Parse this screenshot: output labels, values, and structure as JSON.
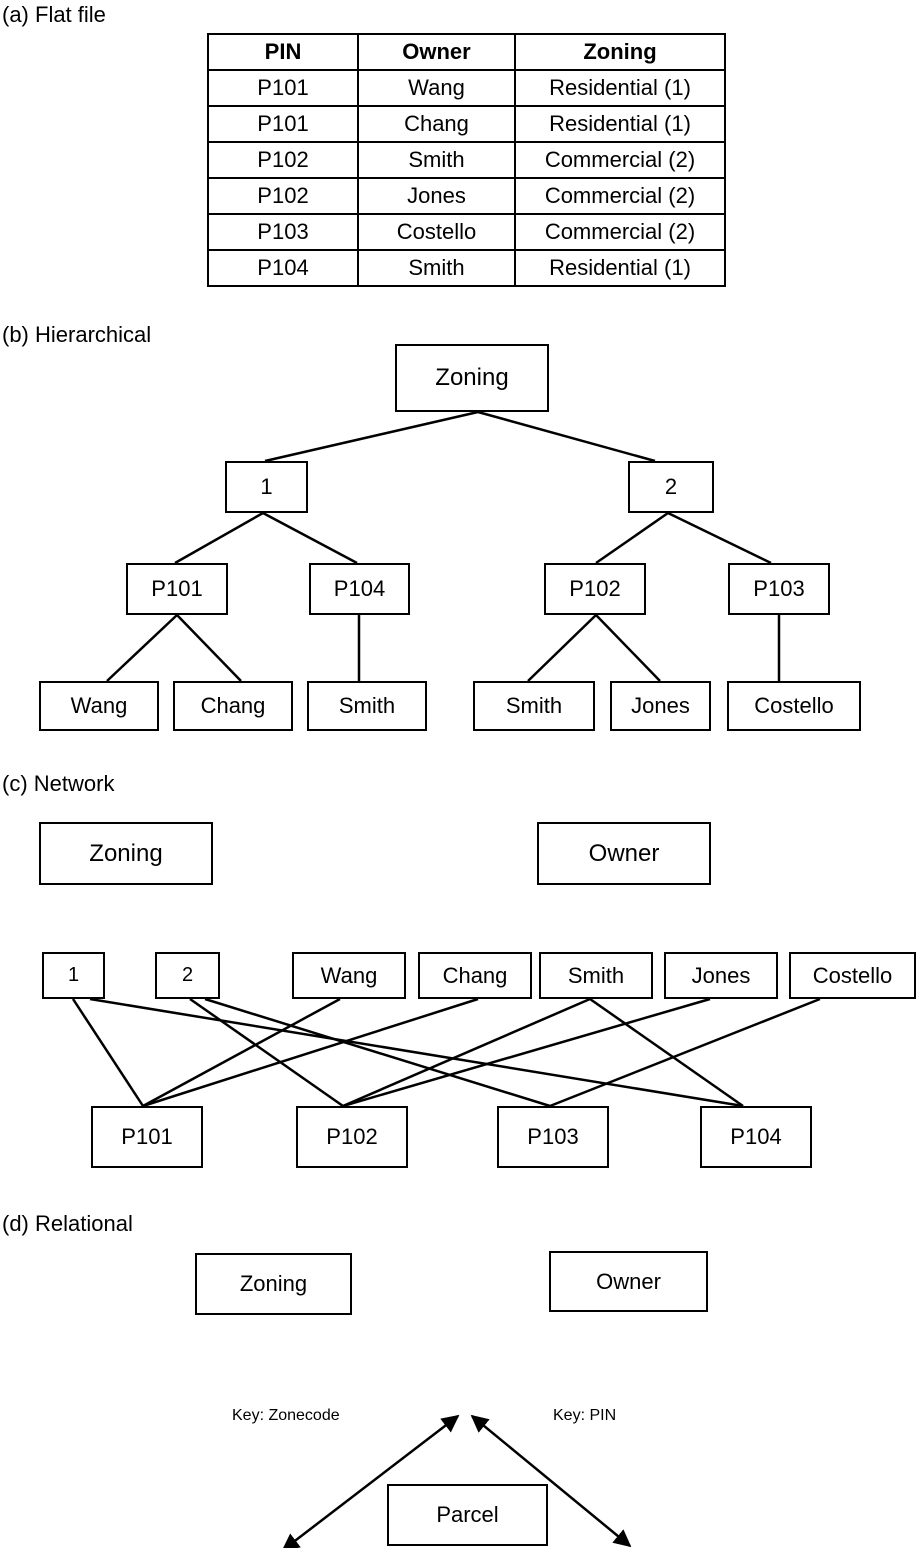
{
  "flat": {
    "label": "(a) Flat file",
    "headers": [
      "PIN",
      "Owner",
      "Zoning"
    ],
    "rows": [
      [
        "P101",
        "Wang",
        "Residential (1)"
      ],
      [
        "P101",
        "Chang",
        "Residential (1)"
      ],
      [
        "P102",
        "Smith",
        "Commercial (2)"
      ],
      [
        "P102",
        "Jones",
        "Commercial (2)"
      ],
      [
        "P103",
        "Costello",
        "Commercial (2)"
      ],
      [
        "P104",
        "Smith",
        "Residential (1)"
      ]
    ]
  },
  "hier": {
    "label": "(b) Hierarchical",
    "root": "Zoning",
    "zone1": "1",
    "zone2": "2",
    "p101": "P101",
    "p104": "P104",
    "p102": "P102",
    "p103": "P103",
    "wang": "Wang",
    "chang": "Chang",
    "smith_a": "Smith",
    "smith_b": "Smith",
    "jones": "Jones",
    "costello": "Costello"
  },
  "net": {
    "label": "(c) Network",
    "zoning": "Zoning",
    "owner": "Owner",
    "n1": "1",
    "n2": "2",
    "wang": "Wang",
    "chang": "Chang",
    "smith": "Smith",
    "jones": "Jones",
    "costello": "Costello",
    "p101": "P101",
    "p102": "P102",
    "p103": "P103",
    "p104": "P104"
  },
  "rel": {
    "label": "(d) Relational",
    "zoning": "Zoning",
    "owner": "Owner",
    "parcel": "Parcel",
    "key_zonecode": "Key: Zonecode",
    "key_pin": "Key: PIN"
  }
}
